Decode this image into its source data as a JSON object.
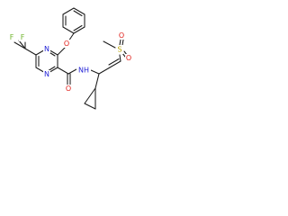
{
  "molecule": {
    "atoms": {
      "f1": "F",
      "f2": "F",
      "n_ring_top": "N",
      "n_ring_bottom": "N",
      "o_ether": "O",
      "o_amide": "O",
      "nh": "NH",
      "s": "S",
      "o_s_top": "O",
      "o_s_bottom": "O"
    },
    "colors": {
      "bond": "#1a1a1a",
      "carbon": "#1a1a1a",
      "nitrogen": "#1f1fd6",
      "oxygen": "#e0201b",
      "fluorine": "#6fb52c",
      "sulfur": "#b8a200"
    }
  }
}
